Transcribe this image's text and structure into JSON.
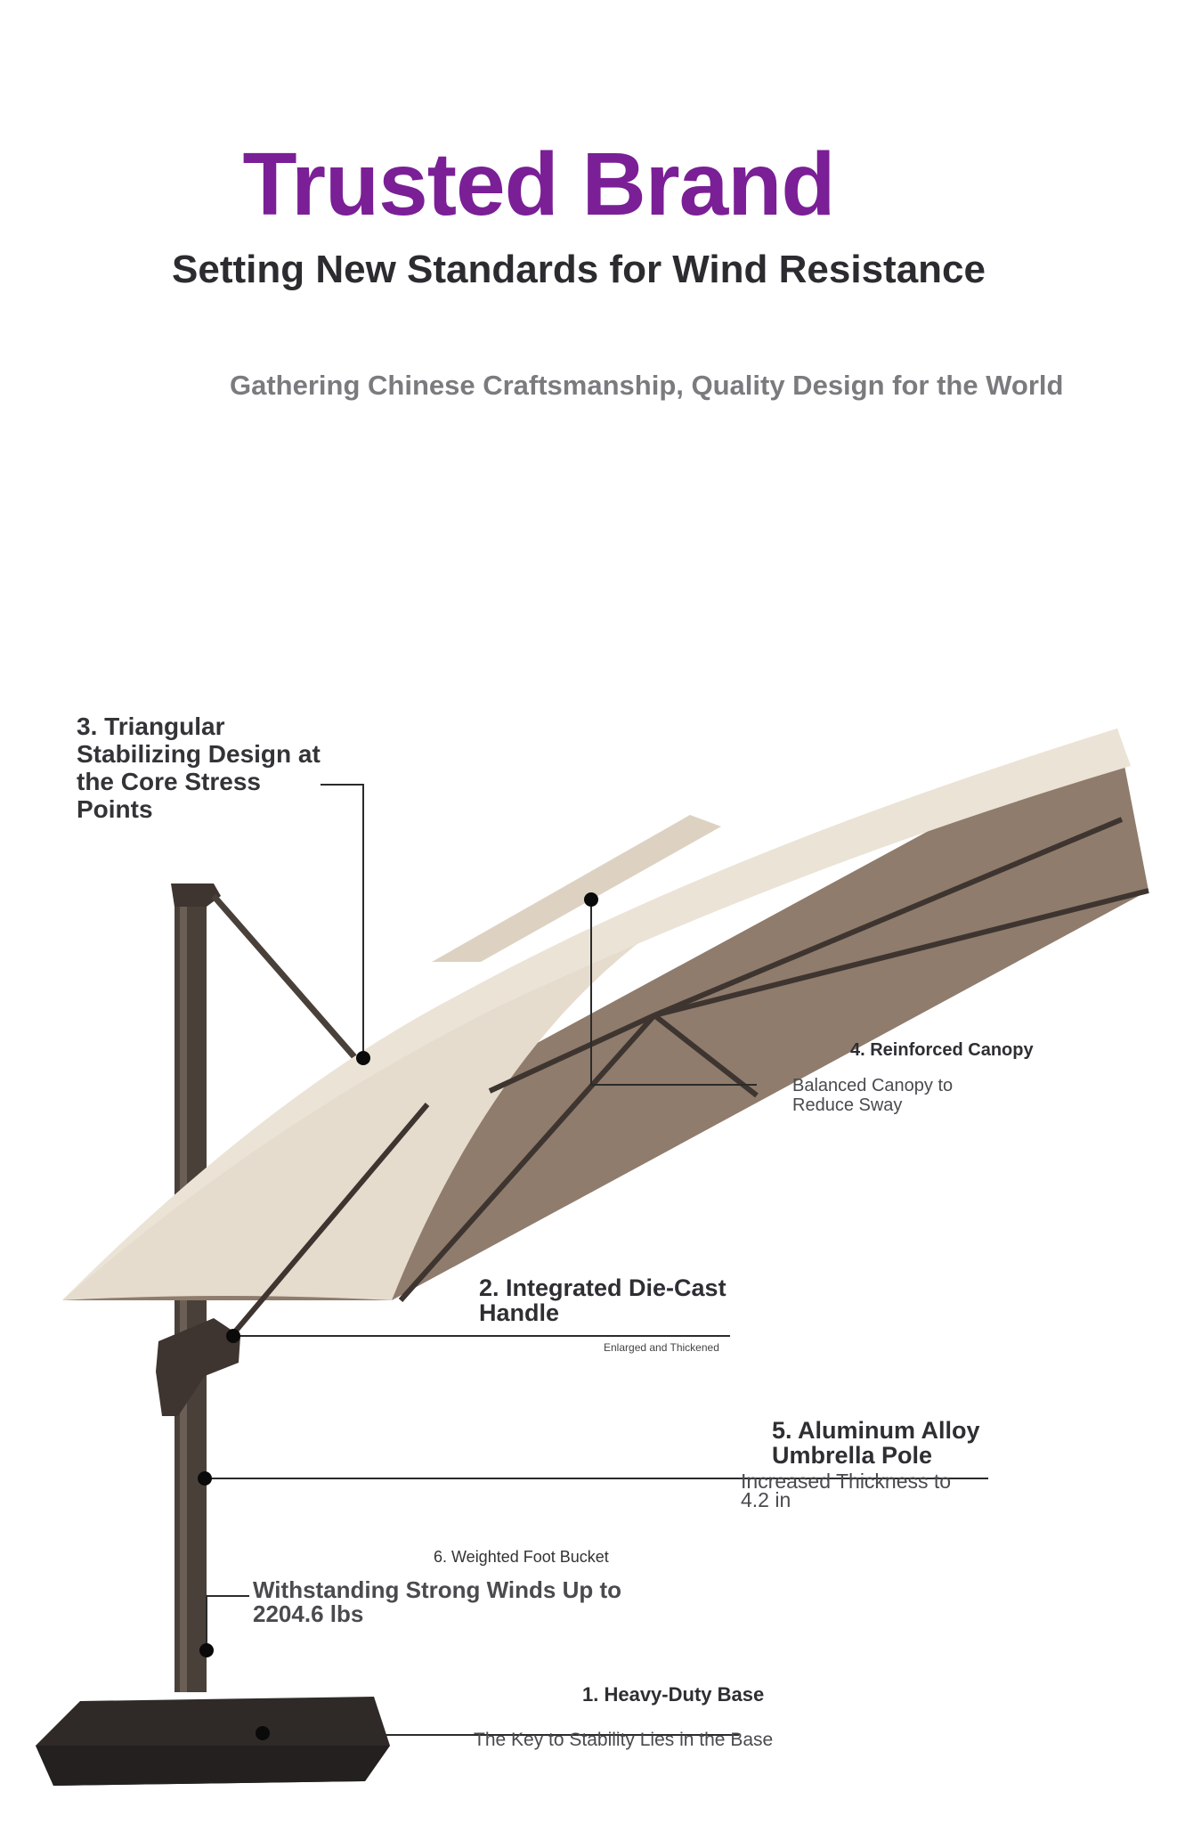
{
  "header": {
    "title": "Trusted Brand",
    "subtitle": "Setting New Standards for Wind Resistance",
    "tagline": "Gathering Chinese Craftsmanship, Quality Design for the World"
  },
  "colors": {
    "title": "#7a1f96",
    "canopy_top": "#e6dccd",
    "canopy_under": "#8f7c6d",
    "frame": "#4a403a",
    "base": "#2f2a28"
  },
  "callouts": {
    "c3": {
      "title": "3. Triangular Stabilizing Design at the Core Stress Points"
    },
    "c4": {
      "title": "4. Reinforced Canopy",
      "desc": "Balanced Canopy to Reduce Sway"
    },
    "c2": {
      "title": "2. Integrated Die-Cast Handle",
      "desc": "Enlarged and Thickened"
    },
    "c5": {
      "title": "5. Aluminum Alloy Umbrella Pole",
      "desc": "Increased Thickness to 4.2 in"
    },
    "c6": {
      "title": "6. Weighted Foot Bucket",
      "desc": "Withstanding Strong Winds Up to 2204.6 lbs"
    },
    "c1": {
      "title": "1. Heavy-Duty Base",
      "desc": "The Key to Stability Lies in the Base"
    }
  }
}
